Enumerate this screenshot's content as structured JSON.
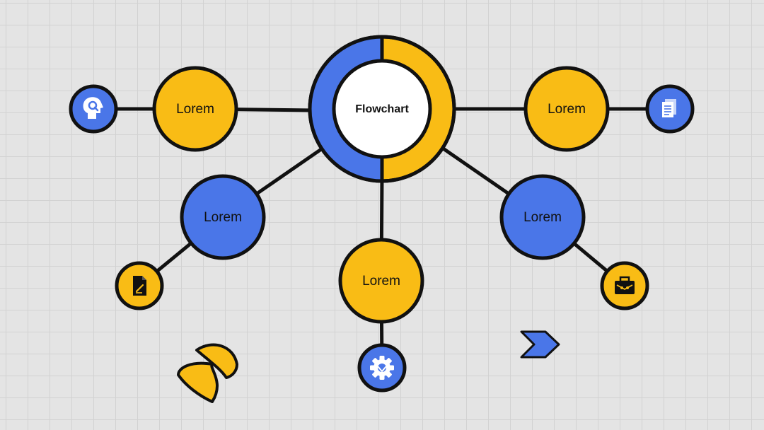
{
  "colors": {
    "blue": "#4A76E8",
    "yellow": "#F9BC15",
    "outline": "#111111",
    "background": "#E4E4E4"
  },
  "center": {
    "label": "Flowchart"
  },
  "nodes": [
    {
      "id": "top-left",
      "label": "Lorem",
      "color": "yellow",
      "icon": "head-search-icon"
    },
    {
      "id": "top-right",
      "label": "Lorem",
      "color": "yellow",
      "icon": "document-icon"
    },
    {
      "id": "mid-left",
      "label": "Lorem",
      "color": "blue",
      "icon": "edit-document-icon"
    },
    {
      "id": "bottom-center",
      "label": "Lorem",
      "color": "yellow",
      "icon": "gear-icon"
    },
    {
      "id": "mid-right",
      "label": "Lorem",
      "color": "blue",
      "icon": "briefcase-icon"
    }
  ],
  "decorations": [
    "pacman-shape-icon",
    "chevron-arrow-icon"
  ]
}
